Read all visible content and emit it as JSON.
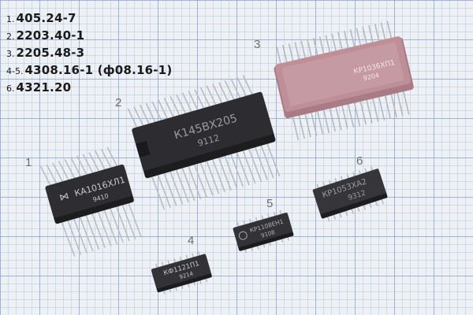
{
  "legend": [
    {
      "num": "1.",
      "text": "405.24-7"
    },
    {
      "num": "2.",
      "text": "2203.40-1"
    },
    {
      "num": "3.",
      "text": "2205.48-3"
    },
    {
      "num": "4-5.",
      "text": "4308.16-1 (ф08.16-1)"
    },
    {
      "num": "6.",
      "text": "4321.20"
    }
  ],
  "tags": {
    "c1": "1",
    "c2": "2",
    "c3": "3",
    "c4": "4",
    "c5": "5",
    "c6": "6"
  },
  "markings": {
    "c1_line1": "КА1016ХЛ1",
    "c1_line2": "9410",
    "c2_line1": "К145ВХ205",
    "c2_line2": "9112",
    "c3_line1": "КР1036ХП1",
    "c3_line2": "9204",
    "c4_line1": "КФ1121П1",
    "c4_line2": "9214",
    "c5_line1": "КР1108ЕН1",
    "c5_line2": "9108",
    "c6_line1": "КР1053ХА2",
    "c6_line2": "9312"
  },
  "colors": {
    "body_black": "#2b2b2e",
    "body_pink": "#b98a92",
    "pin": "#b8bcc2"
  }
}
